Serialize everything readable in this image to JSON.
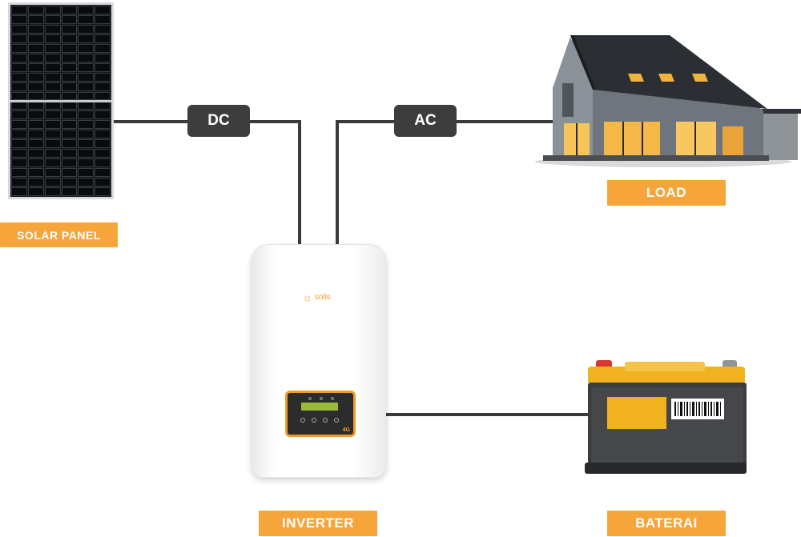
{
  "labels": {
    "solar_panel": "SOLAR PANEL",
    "load": "LOAD",
    "inverter": "INVERTER",
    "battery": "BATERAI"
  },
  "connectors": {
    "dc": "DC",
    "ac": "AC"
  },
  "inverter": {
    "brand": "solis",
    "series": "4G"
  },
  "colors": {
    "badge_orange": "#f5a53a",
    "connector_dark": "#3d3d3d",
    "wire": "#3a3a3a"
  }
}
